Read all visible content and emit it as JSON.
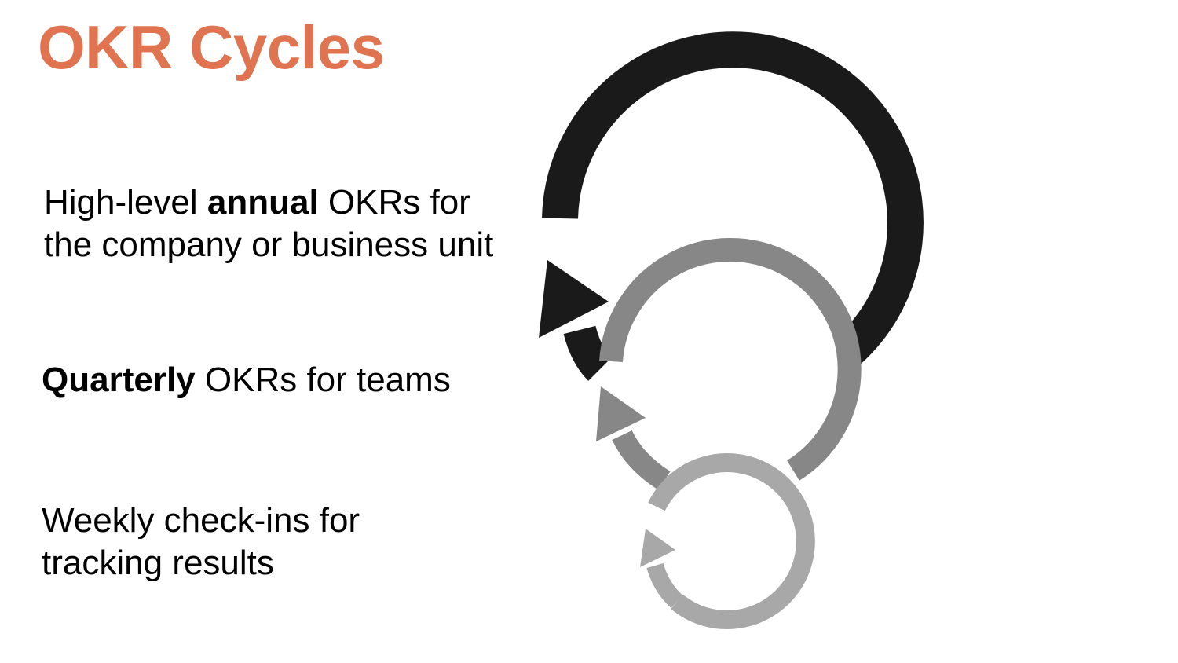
{
  "slide": {
    "title": "OKR Cycles"
  },
  "descriptions": {
    "annual": {
      "line1_pre": "High-level ",
      "line1_bold": "annual",
      "line1_post": " OKRs for",
      "line2": "the company or business unit"
    },
    "quarterly": {
      "bold": "Quarterly",
      "post": " OKRs for teams"
    },
    "weekly": {
      "line1": "Weekly check-ins for",
      "line2": "tracking results"
    }
  },
  "cycles": [
    {
      "name": "annual-cycle",
      "color": "#1a1a1a"
    },
    {
      "name": "quarterly-cycle",
      "color": "#878787"
    },
    {
      "name": "weekly-cycle",
      "color": "#a8a8a8"
    }
  ],
  "colors": {
    "title": "#E07450",
    "text": "#000000",
    "background": "#ffffff"
  }
}
